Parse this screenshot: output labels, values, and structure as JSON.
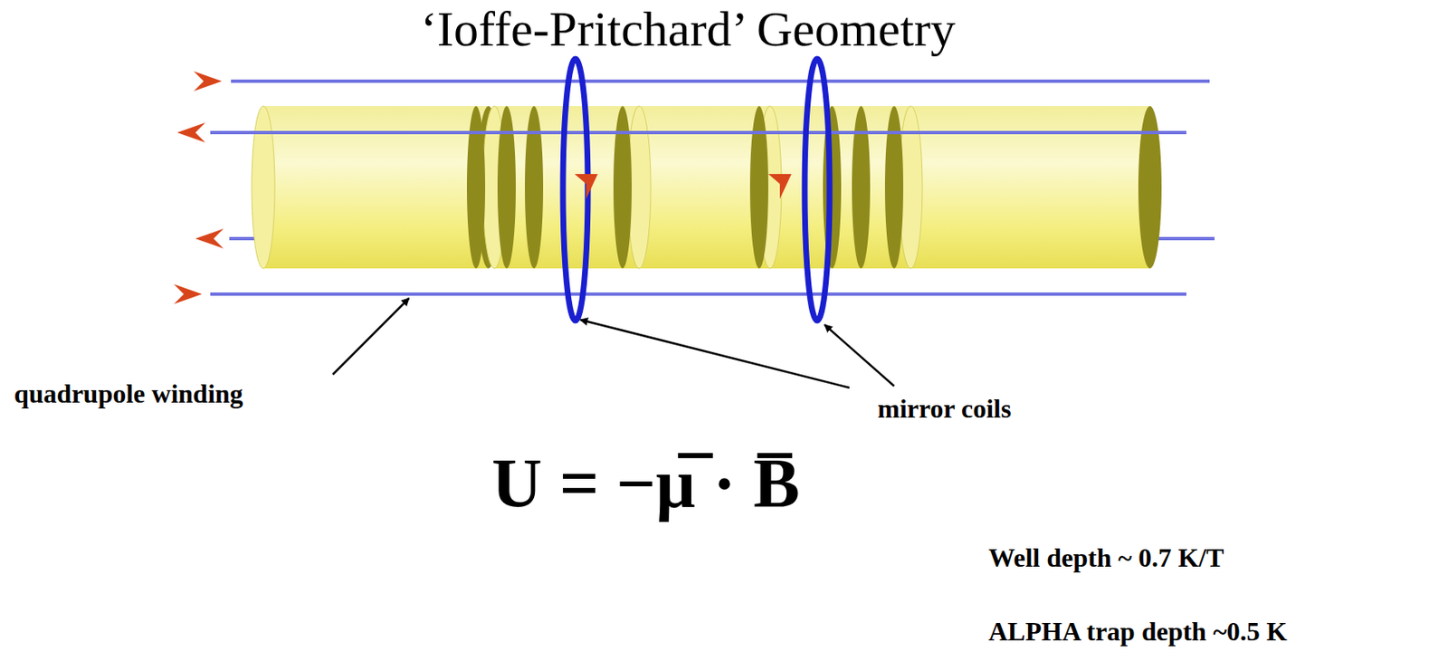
{
  "diagram": {
    "title": "‘Ioffe-Pritchard’ Geometry",
    "labels": [
      "quadrupole winding",
      "mirror coils",
      "U = −μ̅ · B̅",
      "Well depth ~ 0.7 K/T",
      "ALPHA trap depth ~0.5 K"
    ]
  }
}
